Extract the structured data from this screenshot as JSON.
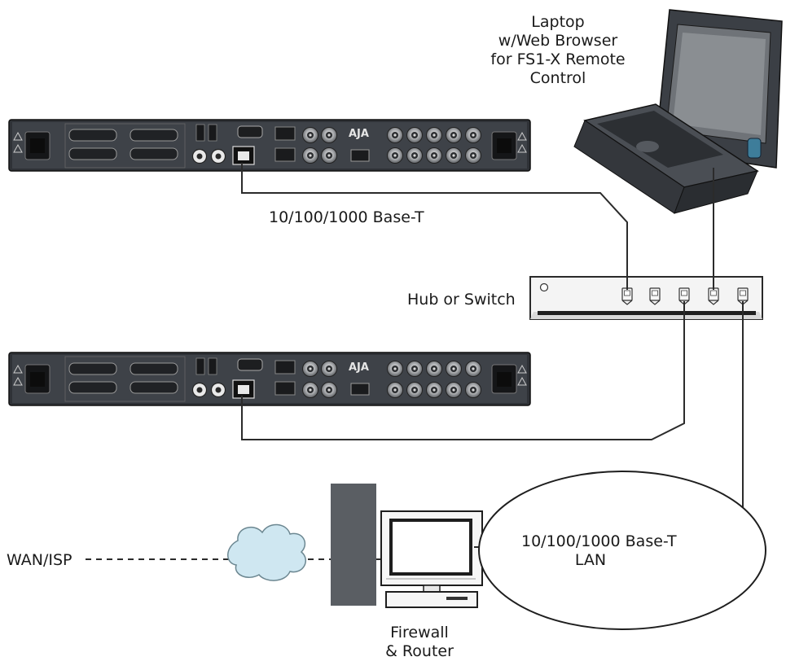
{
  "labels": {
    "laptop_caption": [
      "Laptop",
      "w/Web Browser",
      "for FS1-X  Remote",
      "Control"
    ],
    "link": "10/100/1000 Base-T",
    "hub": "Hub or Switch",
    "wan": "WAN/ISP",
    "lan": [
      "10/100/1000 Base-T",
      "LAN"
    ],
    "firewall": [
      "Firewall",
      "& Router"
    ]
  },
  "devices": {
    "rack_unit_logo": "AJA"
  },
  "colors": {
    "rack_body": "#33363b",
    "rack_face": "#40444a",
    "cable": "#2b2b2b",
    "cloud_fill": "#cfe7f1",
    "hub_fill": "#f4f4f4",
    "laptop_body": "#3d4147"
  }
}
